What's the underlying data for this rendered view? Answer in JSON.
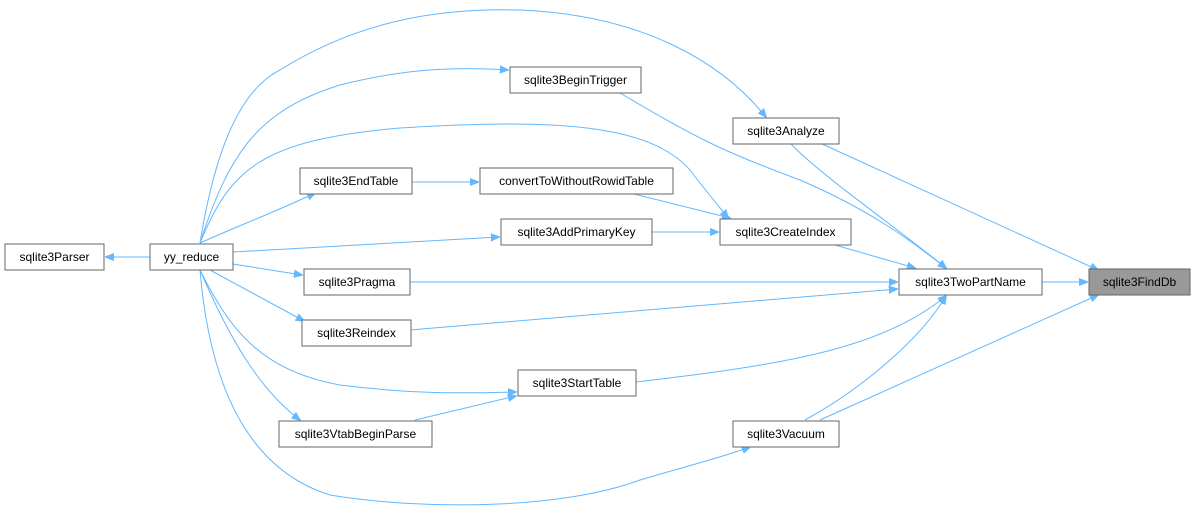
{
  "graph": {
    "nodes": {
      "sqlite3Parser": "sqlite3Parser",
      "yy_reduce": "yy_reduce",
      "sqlite3EndTable": "sqlite3EndTable",
      "convertToWithoutRowidTable": "convertToWithoutRowidTable",
      "sqlite3BeginTrigger": "sqlite3BeginTrigger",
      "sqlite3Analyze": "sqlite3Analyze",
      "sqlite3AddPrimaryKey": "sqlite3AddPrimaryKey",
      "sqlite3CreateIndex": "sqlite3CreateIndex",
      "sqlite3Pragma": "sqlite3Pragma",
      "sqlite3TwoPartName": "sqlite3TwoPartName",
      "sqlite3FindDb": "sqlite3FindDb",
      "sqlite3Reindex": "sqlite3Reindex",
      "sqlite3StartTable": "sqlite3StartTable",
      "sqlite3VtabBeginParse": "sqlite3VtabBeginParse",
      "sqlite3Vacuum": "sqlite3Vacuum"
    },
    "colors": {
      "edge": "#63b8ff",
      "node_border": "#666666",
      "root_fill": "#999999"
    }
  }
}
